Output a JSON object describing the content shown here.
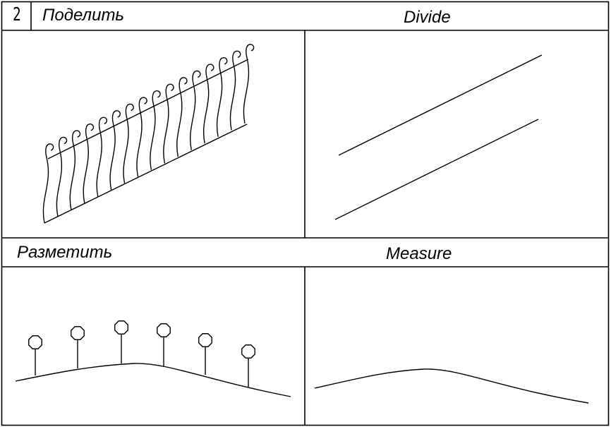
{
  "sheet": {
    "number": "2",
    "title_ru": "Поделить",
    "title_en": "Divide",
    "sub_ru": "Разметить",
    "sub_en": "Measure"
  }
}
